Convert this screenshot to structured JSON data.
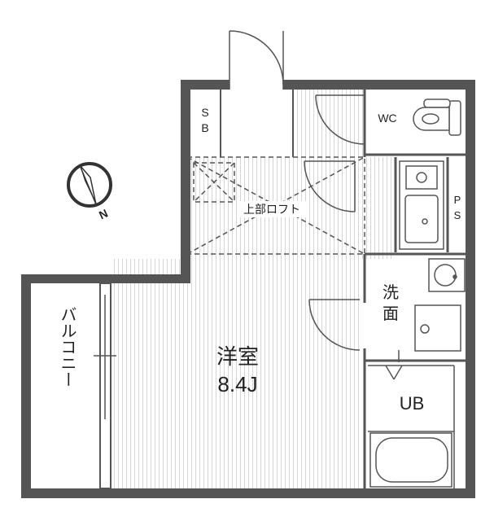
{
  "rooms": {
    "sb_line1": "S",
    "sb_line2": "B",
    "wc": "WC",
    "loft": "上部ロフト",
    "ps_line1": "P",
    "ps_line2": "S",
    "senmen_line1": "洗",
    "senmen_line2": "面",
    "yoshitsu_name": "洋室",
    "yoshitsu_size": "8.4J",
    "ub": "UB",
    "balcony": "バルコニー"
  },
  "compass": {
    "north_label": "N"
  }
}
